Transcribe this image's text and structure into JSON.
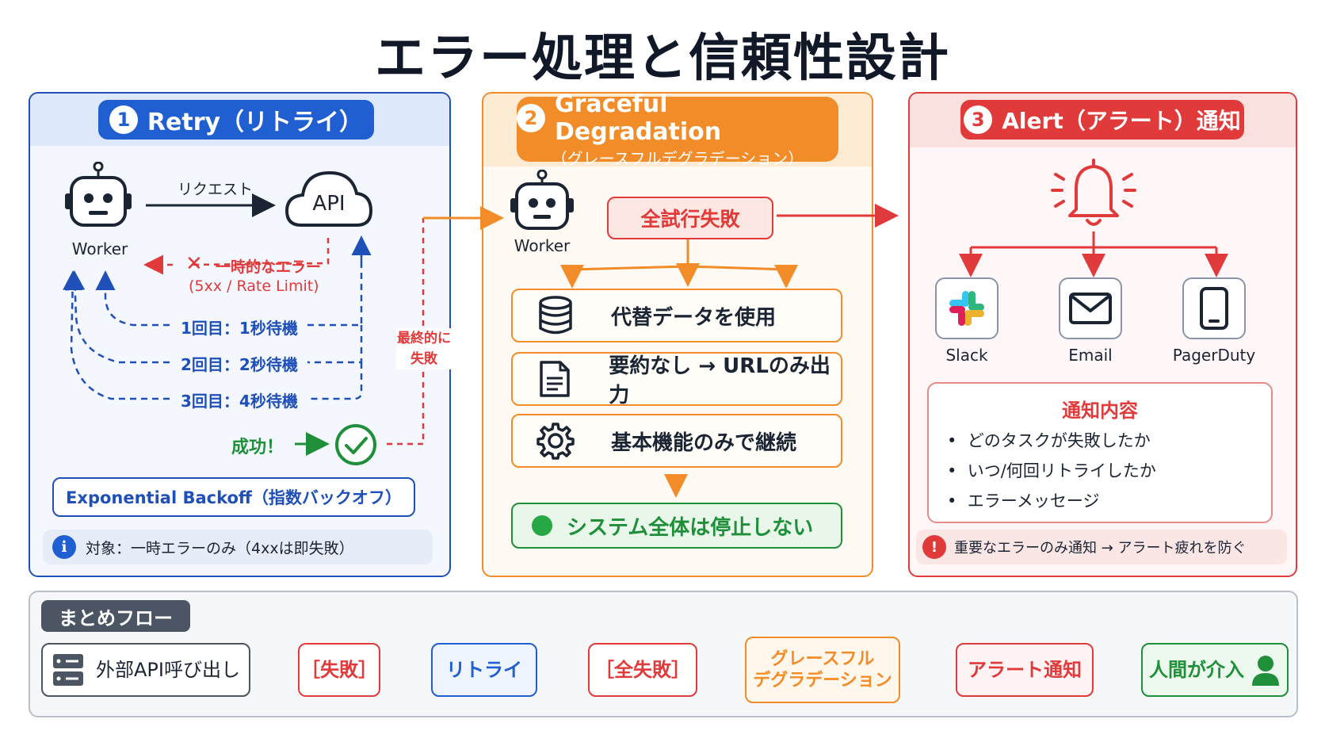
{
  "title": "エラー処理と信頼性設計",
  "colors": {
    "blue": "#1f5fd1",
    "orange": "#f28c28",
    "red": "#e03a3a",
    "green": "#1f8f3a",
    "gray": "#4b5563"
  },
  "retry": {
    "num": "1",
    "title": "Retry（リトライ）",
    "worker": "Worker",
    "request": "リクエスト",
    "api": "API",
    "error": "一時的なエラー",
    "error_sub": "(5xx / Rate Limit)",
    "attempts": [
      "1回目：1秒待機",
      "2回目：2秒待機",
      "3回目：4秒待機"
    ],
    "success": "成功！",
    "backoff": "Exponential Backoff（指数バックオフ）",
    "note": "対象：一時エラーのみ（4xxは即失敗）"
  },
  "final_fail": [
    "最終的に",
    "失敗"
  ],
  "degradation": {
    "num": "2",
    "title": "Graceful Degradation",
    "subtitle": "（グレースフルデグラデーション）",
    "worker": "Worker",
    "all_fail": "全試行失敗",
    "options": [
      {
        "icon": "database-icon",
        "label": "代替データを使用"
      },
      {
        "icon": "document-icon",
        "label": "要約なし → URLのみ出力"
      },
      {
        "icon": "gear-icon",
        "label": "基本機能のみで継続"
      }
    ],
    "result": "システム全体は停止しない"
  },
  "alert": {
    "num": "3",
    "title": "Alert（アラート）通知",
    "services": [
      "Slack",
      "Email",
      "PagerDuty"
    ],
    "content_title": "通知内容",
    "content_items": [
      "どのタスクが失敗したか",
      "いつ/何回リトライしたか",
      "エラーメッセージ"
    ],
    "note": "重要なエラーのみ通知 → アラート疲れを防ぐ"
  },
  "summary": {
    "label": "まとめフロー",
    "steps": [
      "外部API呼び出し",
      "［失敗］",
      "リトライ",
      "［全失敗］",
      "グレースフル",
      "デグラデーション",
      "アラート通知",
      "人間が介入"
    ]
  }
}
